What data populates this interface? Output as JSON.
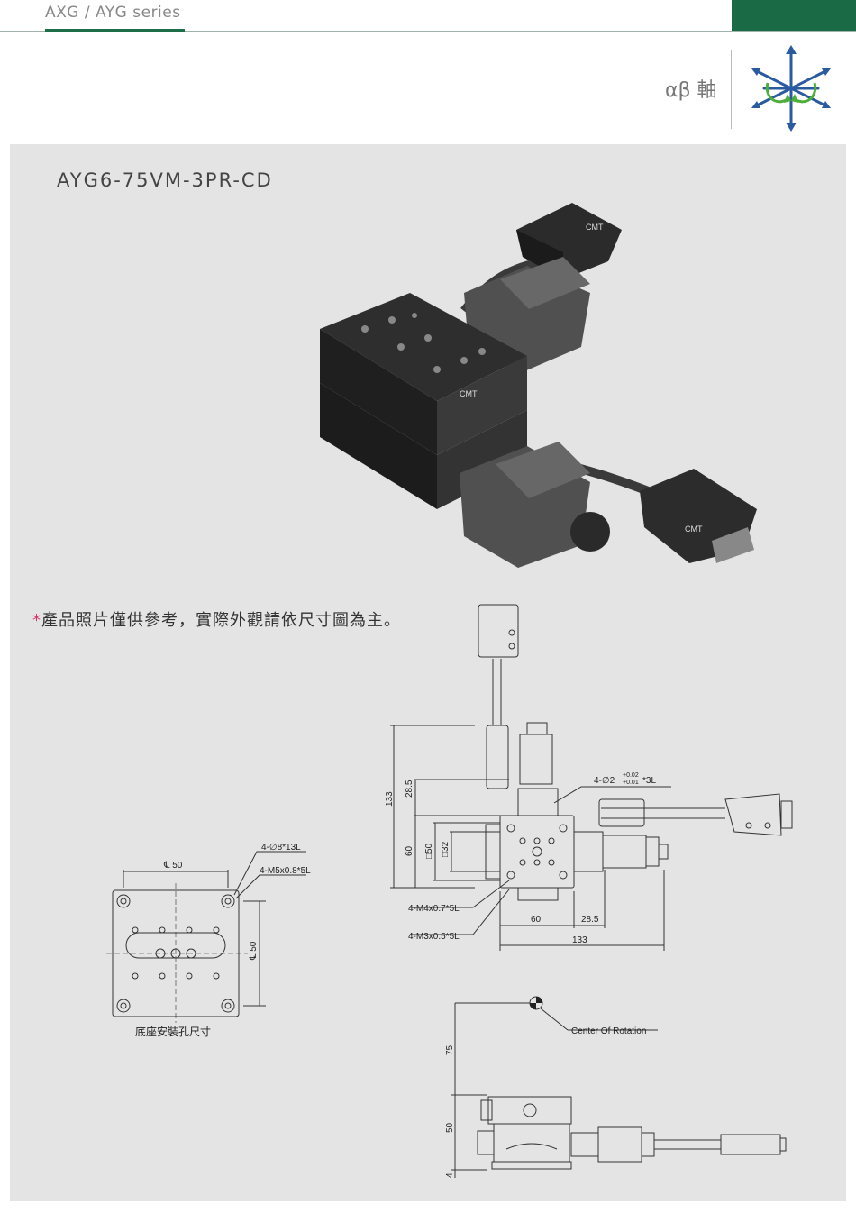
{
  "header": {
    "series": "AXG / AYG  series"
  },
  "axis": {
    "label": "αβ 軸",
    "icon": "axis-rotation-icon"
  },
  "product": {
    "model": "AYG6-75VM-3PR-CD",
    "photo_logo": "CMT"
  },
  "disclaimer": {
    "star": "*",
    "text": "產品照片僅供參考，實際外觀請依尺寸圖為主。"
  },
  "base_drawing": {
    "hole_callout_1": "4-∅8*13L",
    "hole_callout_2": "4-M5x0.8*5L",
    "width_dim": "℄ 50",
    "height_dim": "℄ 50",
    "caption": "底座安裝孔尺寸"
  },
  "top_view": {
    "total_height": "133",
    "upper_offset": "28.5",
    "height_60": "60",
    "square_50": "□50",
    "square_32": "□32",
    "pin_callout": "4-∅2",
    "pin_tol_plus": "+0.02",
    "pin_tol_minus": "+0.01",
    "pin_depth": "*3L",
    "tap_m4": "4-M4x0.7*5L",
    "tap_m3": "4-M3x0.5*5L",
    "width_60": "60",
    "side_offset": "28.5",
    "total_width": "133"
  },
  "side_view": {
    "center_label": "Center Of Rotation",
    "height_75": "75",
    "height_50": "50",
    "height_4": "4"
  },
  "colors": {
    "brand": "#1a6a45",
    "panel": "#e4e4e4",
    "accent": "#d6336c"
  }
}
